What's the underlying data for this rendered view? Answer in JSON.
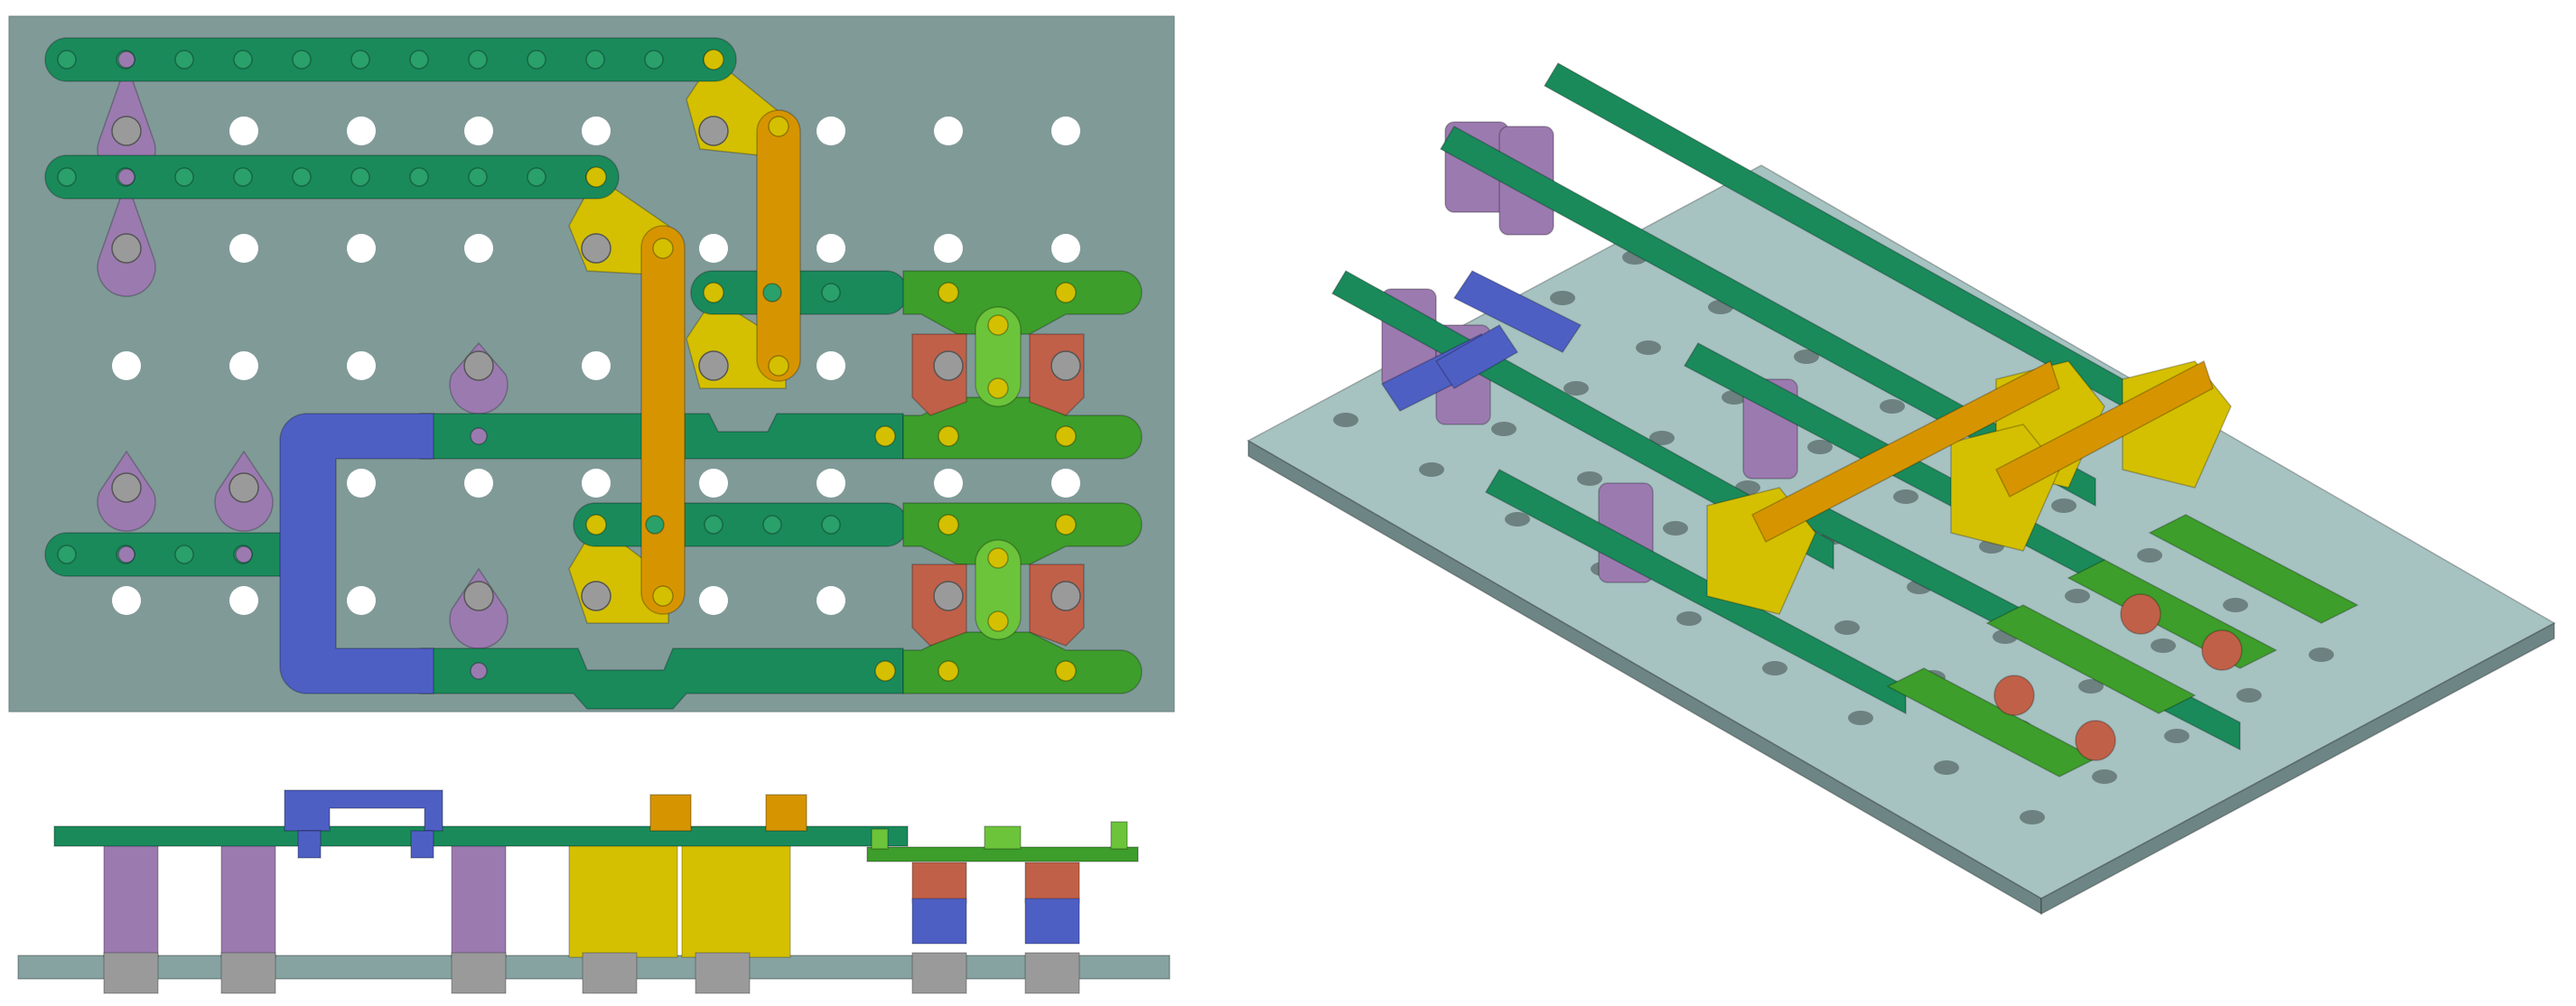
{
  "colors": {
    "background": "#ffffff",
    "plate_top": "#809a98",
    "plate_iso": "#a6c2c1",
    "plate_edge": "#6d8584",
    "hole": "#ffffff",
    "hole_iso": "#6d8180",
    "green_bar": "#1a8a5b",
    "green_bar_light": "#2aa06a",
    "lime_link": "#3d9e2b",
    "lime_link_light": "#6cc43a",
    "purple_standoff": "#9b7ab0",
    "yellow_crank": "#d4c000",
    "orange_link": "#d69500",
    "blue_bridge": "#4e5fc4",
    "red_pivot": "#c06048",
    "grey_pin": "#9a9a9a",
    "base_plate_side": "#86a3a1"
  },
  "views": [
    {
      "name": "top-view"
    },
    {
      "name": "front-view"
    },
    {
      "name": "isometric-view"
    }
  ]
}
